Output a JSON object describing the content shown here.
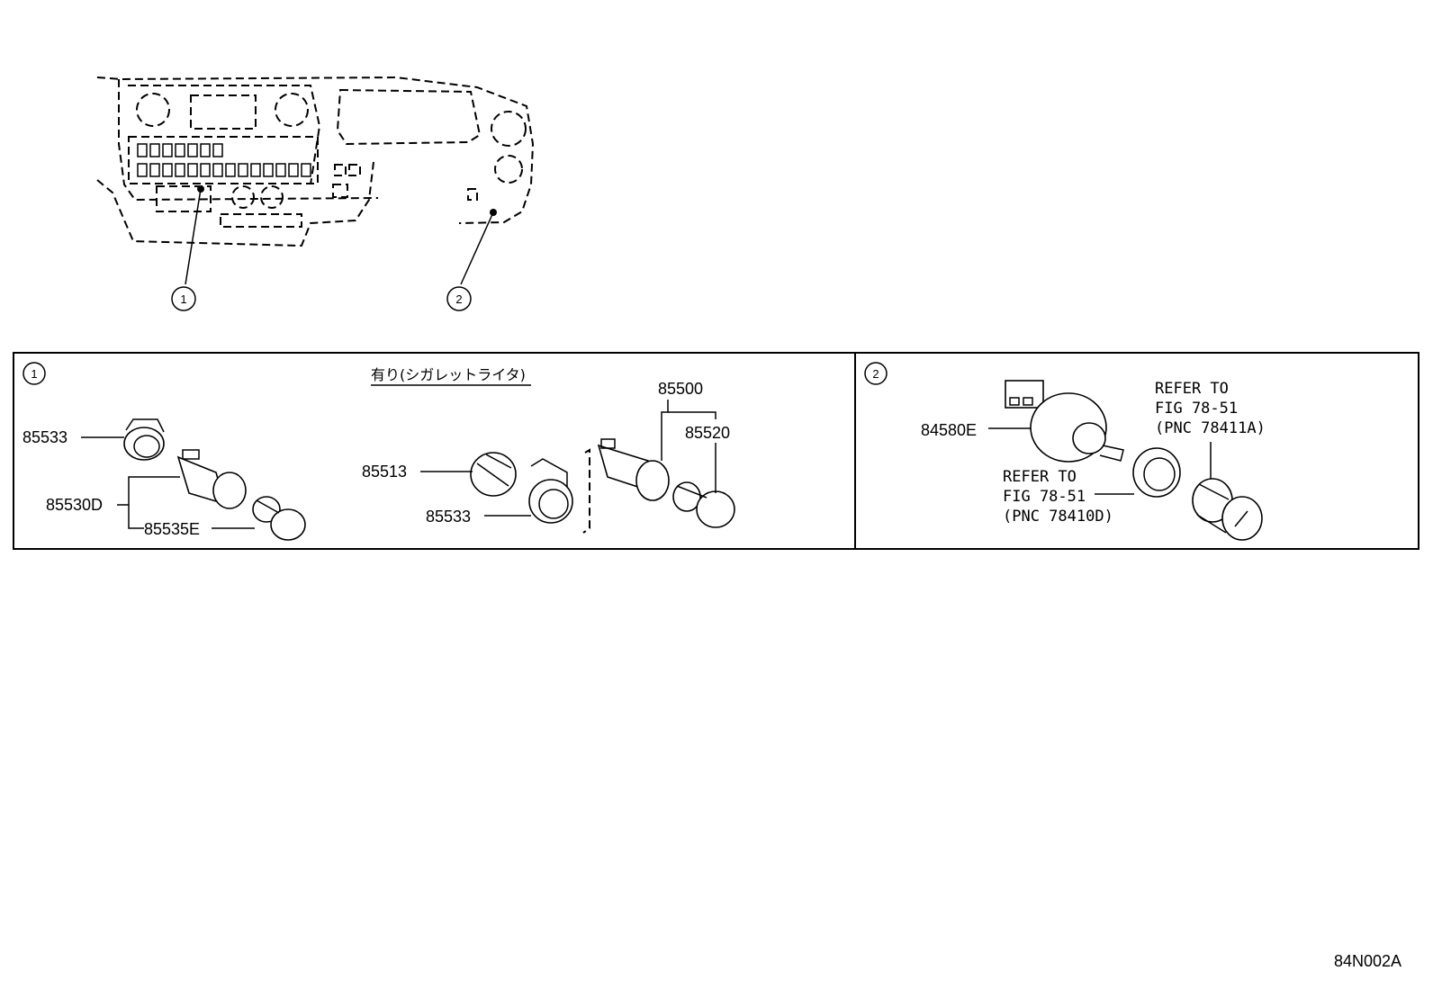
{
  "overview": {
    "callout_1": "1",
    "callout_2": "2"
  },
  "panel_1": {
    "number": "1",
    "option_label": "有り(シガレットライタ)",
    "parts": {
      "p85533_left": "85533",
      "p85530d": "85530D",
      "p85535e": "85535E",
      "p85513": "85513",
      "p85533_mid": "85533",
      "p85500": "85500",
      "p85520": "85520"
    }
  },
  "panel_2": {
    "number": "2",
    "parts": {
      "p84580e": "84580E"
    },
    "refer_a": {
      "line1": "REFER TO",
      "line2": "FIG 78-51",
      "line3": "(PNC 78411A)"
    },
    "refer_d": {
      "line1": "REFER TO",
      "line2": "FIG 78-51",
      "line3": "(PNC 78410D)"
    }
  },
  "figure_code": "84N002A"
}
